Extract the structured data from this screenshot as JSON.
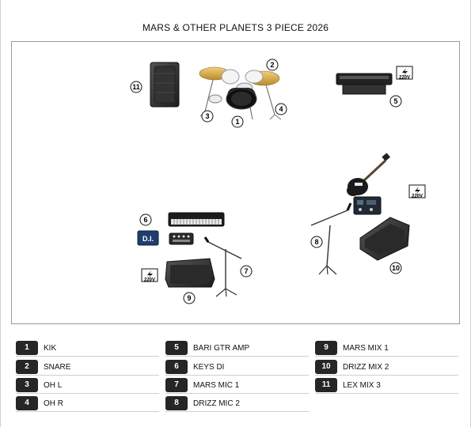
{
  "title": "MARS & OTHER PLANETS 3 PIECE 2026",
  "stage_labels": {
    "n1": "1",
    "n2": "2",
    "n3": "3",
    "n4": "4",
    "n5": "5",
    "n6": "6",
    "n7": "7",
    "n8": "8",
    "n9": "9",
    "n10": "10",
    "n11": "11",
    "power": "220V",
    "di": "D.I."
  },
  "icons": [
    "speaker-cabinet-icon",
    "drum-kit-icon",
    "guitar-amp-icon",
    "power-outlet-icon",
    "keyboard-icon",
    "di-box-icon",
    "mixer-icon",
    "microphone-stand-icon",
    "floor-monitor-icon",
    "electric-guitar-icon",
    "pedalboard-icon"
  ],
  "legend": [
    {
      "num": "1",
      "label": "KIK"
    },
    {
      "num": "2",
      "label": "SNARE"
    },
    {
      "num": "3",
      "label": "OH L"
    },
    {
      "num": "4",
      "label": "OH R"
    },
    {
      "num": "5",
      "label": "BARI GTR AMP"
    },
    {
      "num": "6",
      "label": "KEYS DI"
    },
    {
      "num": "7",
      "label": "MARS MIC 1"
    },
    {
      "num": "8",
      "label": "DRIZZ MIC 2"
    },
    {
      "num": "9",
      "label": "MARS MIX 1"
    },
    {
      "num": "10",
      "label": "DRIZZ MIX 2"
    },
    {
      "num": "11",
      "label": "LEX MIX 3"
    }
  ]
}
